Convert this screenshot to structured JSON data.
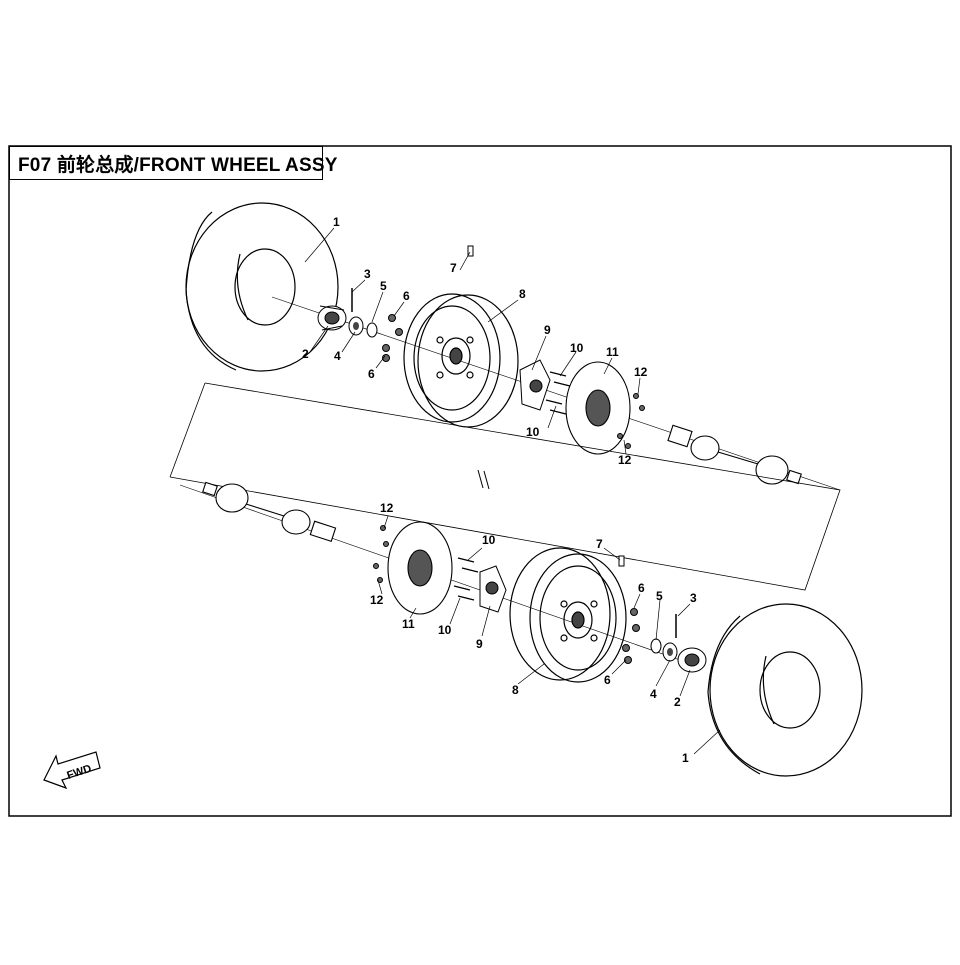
{
  "diagram": {
    "title": "F07 前轮总成/FRONT WHEEL ASSY",
    "direction_label": "FWD",
    "callouts": {
      "top": [
        "1",
        "2",
        "3",
        "4",
        "5",
        "6",
        "6",
        "7",
        "8",
        "9",
        "10",
        "10",
        "11",
        "12",
        "12"
      ],
      "bottom": [
        "12",
        "12",
        "11",
        "10",
        "10",
        "9",
        "8",
        "7",
        "6",
        "6",
        "5",
        "4",
        "3",
        "2",
        "1"
      ]
    }
  }
}
